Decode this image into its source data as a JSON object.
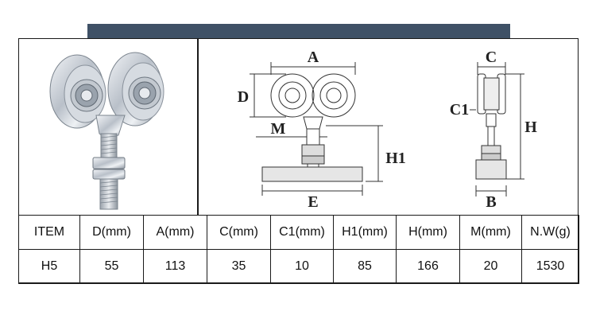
{
  "drawing_labels": {
    "A": "A",
    "D": "D",
    "M": "M",
    "H1": "H1",
    "E": "E",
    "C": "C",
    "C1": "C1",
    "H": "H",
    "B": "B"
  },
  "table": {
    "headers": [
      "ITEM",
      "D(mm)",
      "A(mm)",
      "C(mm)",
      "C1(mm)",
      "H1(mm)",
      "H(mm)",
      "M(mm)",
      "N.W(g)"
    ],
    "rows": [
      [
        "H5",
        "55",
        "113",
        "35",
        "10",
        "85",
        "166",
        "20",
        "1530"
      ]
    ]
  }
}
